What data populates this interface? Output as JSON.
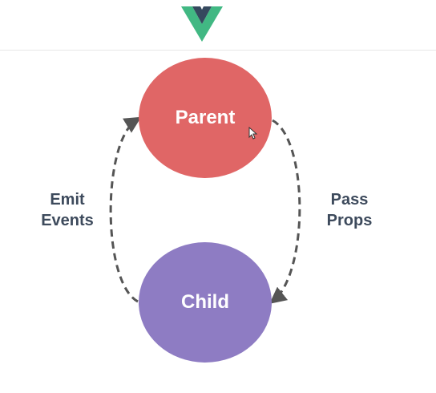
{
  "header": {
    "logo_icon": "vue-logo-icon",
    "colors": {
      "logo_outer": "#41b883",
      "logo_inner": "#35495e"
    }
  },
  "diagram": {
    "nodes": {
      "parent": {
        "label": "Parent",
        "color": "#e06666"
      },
      "child": {
        "label": "Child",
        "color": "#8e7cc3"
      }
    },
    "edges": {
      "down": {
        "label_line1": "Pass",
        "label_line2": "Props"
      },
      "up": {
        "label_line1": "Emit",
        "label_line2": "Events"
      }
    },
    "edge_color": "#555555",
    "label_color": "#3d4a5c"
  },
  "cursor_icon": "mouse-pointer-icon"
}
